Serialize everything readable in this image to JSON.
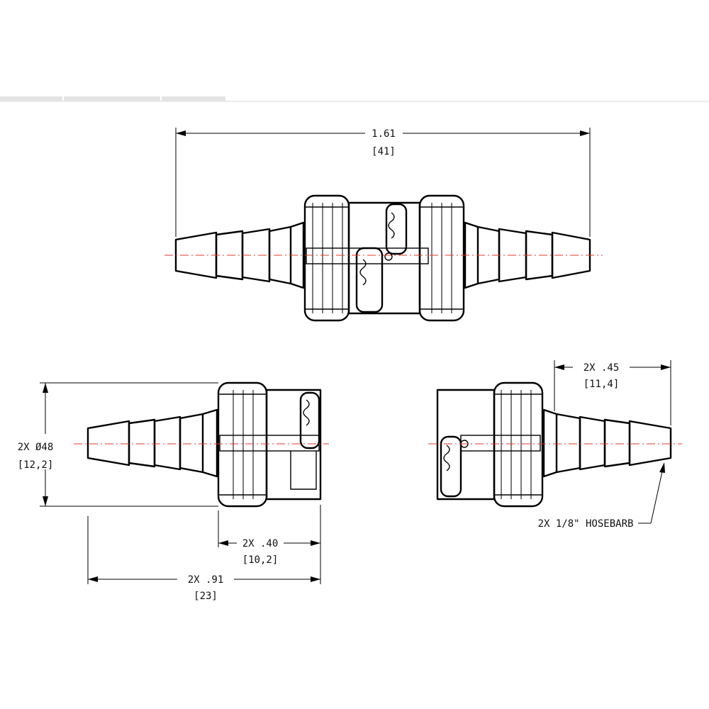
{
  "header_tabs": [
    "",
    "",
    ""
  ],
  "dimensions": {
    "overall_length": {
      "value": "1.61",
      "metric": "[41]"
    },
    "diameter": {
      "value": "2X Ø48",
      "metric": "[12,2]"
    },
    "body_length": {
      "value": "2X .40",
      "metric": "[10,2]"
    },
    "insert_length": {
      "value": "2X .91",
      "metric": "[23]"
    },
    "barb_length": {
      "value": "2X .45",
      "metric": "[11,4]"
    }
  },
  "callout": {
    "hosebarb": "2X 1/8\" HOSEBARB"
  },
  "colors": {
    "centerline": "#e0392b",
    "line": "#000000"
  }
}
